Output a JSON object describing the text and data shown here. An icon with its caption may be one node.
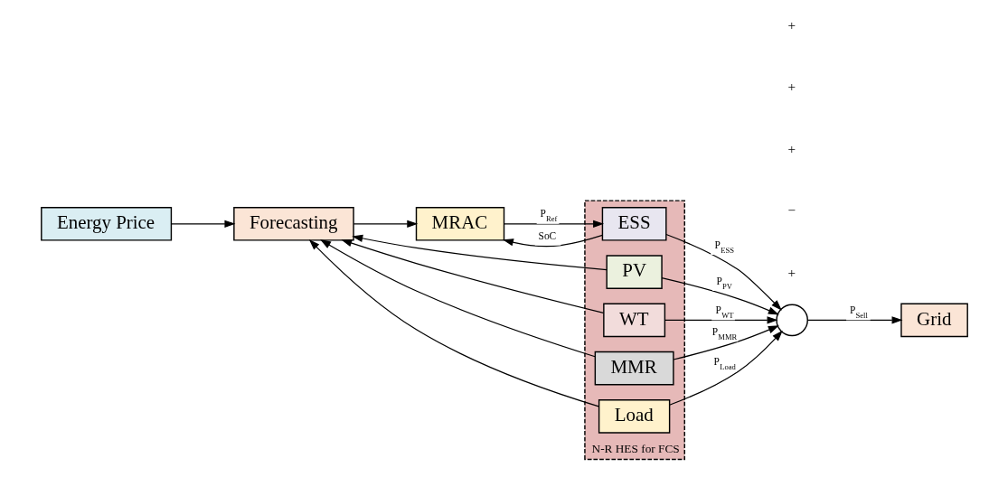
{
  "diagram": {
    "nodes": [
      {
        "text": [
          "Energy Price"
        ]
      },
      {
        "text": [
          "Forecasting"
        ]
      },
      {
        "text": [
          "MRAC"
        ]
      },
      {
        "text": [
          "N-R HES for FCS"
        ]
      },
      {
        "text": [
          "ESS"
        ],
        "in": 3
      },
      {
        "text": [
          "PV"
        ],
        "in": 3
      },
      {
        "text": [
          "WT"
        ],
        "in": 3
      },
      {
        "text": [
          "MMR"
        ],
        "in": 3
      },
      {
        "text": [
          "Load"
        ],
        "in": 3
      },
      {
        "text": [],
        "shape": "circle"
      },
      {
        "text": [
          "Grid"
        ]
      }
    ],
    "edges": [
      {
        "from": 0,
        "to": 1,
        "arrow": "to"
      },
      {
        "from": 1,
        "to": 2,
        "arrow": "to"
      },
      {
        "from": 2,
        "to": 4,
        "arrow": "to",
        "label": "P$_{Ref}$"
      },
      {
        "from": 4,
        "to": 2,
        "arrow": "to",
        "label": "SoC"
      },
      {
        "from": 5,
        "to": 1,
        "arrow": "to"
      },
      {
        "from": 6,
        "to": 1,
        "arrow": "to"
      },
      {
        "from": 7,
        "to": 1,
        "arrow": "to"
      },
      {
        "from": 8,
        "to": 1,
        "arrow": "to"
      },
      {
        "from": 4,
        "to": 9,
        "arrow": "to",
        "label": "P$_{ESS}$"
      },
      {
        "from": 5,
        "to": 9,
        "arrow": "to",
        "label": "P$_{PV}$"
      },
      {
        "from": 6,
        "to": 9,
        "arrow": "to",
        "label": "P$_{WT}$"
      },
      {
        "from": 7,
        "to": 9,
        "arrow": "to",
        "label": "P$_{MMR}$"
      },
      {
        "from": 8,
        "to": 9,
        "arrow": "to",
        "label": "P$_{Load}$"
      },
      {
        "from": 9,
        "to": 10,
        "arrow": "to",
        "label": "P$_{Sell}$"
      }
    ],
    "labels": [
      "+",
      "+",
      "+",
      "−",
      "+"
    ]
  }
}
